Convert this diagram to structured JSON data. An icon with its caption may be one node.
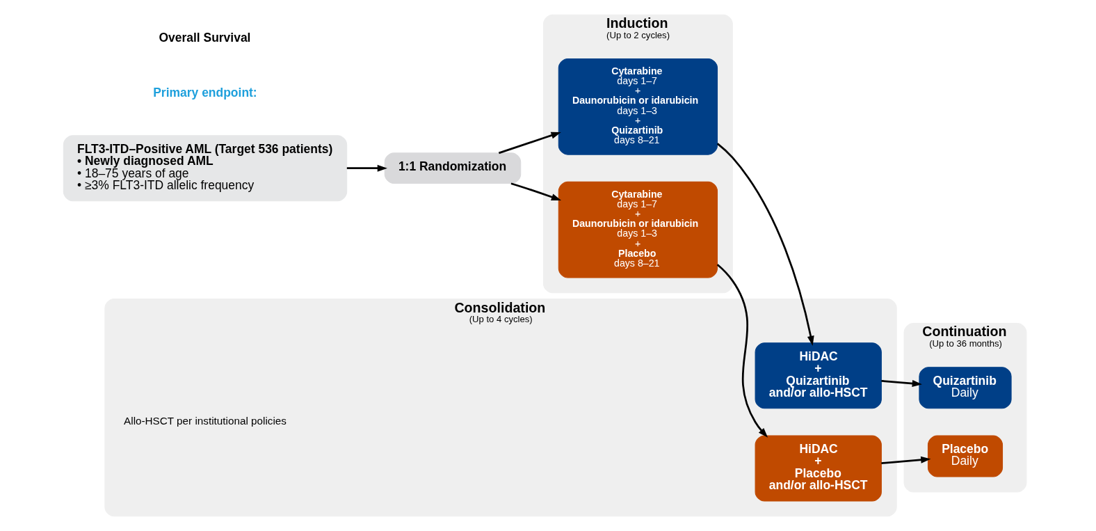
{
  "diagram": {
    "nodes": [
      {
        "text": [
          "FLT3-ITD–Positive AML (Target 536 patients)",
          "• Newly diagnosed AML",
          "• 18–75 years of age",
          "• ≥3% FLT3-ITD allelic frequency"
        ]
      },
      {
        "text": [
          "1:1 Randomization"
        ]
      },
      {
        "text": [
          "Induction",
          "(Up to 2 cycles)"
        ]
      },
      {
        "text": [
          "Cytarabine",
          "days 1–7",
          "+",
          "Daunorubicin or idarubicin",
          "days 1–3",
          "+",
          "Quizartinib",
          "days 8–21"
        ],
        "in": 2
      },
      {
        "text": [
          "Cytarabine",
          "days 1–7",
          "+",
          "Daunorubicin or idarubicin",
          "days 1–3",
          "+",
          "Placebo",
          "days 8–21"
        ],
        "in": 2
      },
      {
        "text": [
          "Consolidation",
          "(Up to 4 cycles)"
        ],
        "beside": [
          "Allo-HSCT per institutional policies"
        ]
      },
      {
        "text": [
          "HiDAC",
          "+",
          "Quizartinib",
          "and/or allo-HSCT"
        ],
        "in": 5
      },
      {
        "text": [
          "HiDAC",
          "+",
          "Placebo",
          "and/or allo-HSCT"
        ],
        "in": 5
      },
      {
        "text": [
          "Continuation",
          "(Up to 36 months)"
        ]
      },
      {
        "text": [
          "Quizartinib",
          "Daily"
        ],
        "in": 8
      },
      {
        "text": [
          "Placebo",
          "Daily"
        ],
        "in": 8
      }
    ],
    "edges": [
      {
        "from": 0,
        "to": 1,
        "arrow": "to"
      },
      {
        "from": 1,
        "to": 3,
        "arrow": "to"
      },
      {
        "from": 1,
        "to": 4,
        "arrow": "to"
      },
      {
        "from": 3,
        "to": 6,
        "arrow": "to"
      },
      {
        "from": 4,
        "to": 7,
        "arrow": "to"
      },
      {
        "from": 6,
        "to": 9,
        "arrow": "to"
      },
      {
        "from": 7,
        "to": 10,
        "arrow": "to"
      }
    ],
    "labels": [
      "Primary endpoint:",
      "Overall Survival"
    ]
  }
}
